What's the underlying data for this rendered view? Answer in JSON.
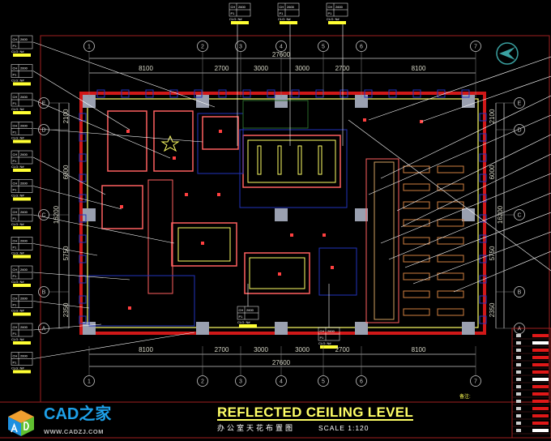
{
  "drawing": {
    "title": "REFLECTED CEILING LEVEL",
    "subtitle": "办公室天花布置图",
    "scale": "SCALE   1:120",
    "notes_label": "备注:"
  },
  "dimensions": {
    "overall": "27600",
    "horizontal_segments": [
      "8100",
      "2700",
      "3000",
      "3000",
      "2700",
      "8100"
    ],
    "vertical_overall": "16200",
    "vertical_segments": [
      "2100",
      "6000",
      "5750",
      "2350"
    ]
  },
  "grid": {
    "columns": [
      "1",
      "2",
      "3",
      "4",
      "5",
      "6",
      "7"
    ],
    "rows": [
      "E",
      "D",
      "C",
      "B",
      "A"
    ]
  },
  "tag": {
    "ch": "CH",
    "height": "2600",
    "p": "P1",
    "clg": "CLG: N#"
  },
  "logo": {
    "name": "CAD之家",
    "url": "WWW.CADZJ.COM"
  },
  "colors": {
    "wall": "#d01818",
    "column": "#1a2a9a",
    "ceiling": "#ffff66",
    "background": "#000000"
  }
}
